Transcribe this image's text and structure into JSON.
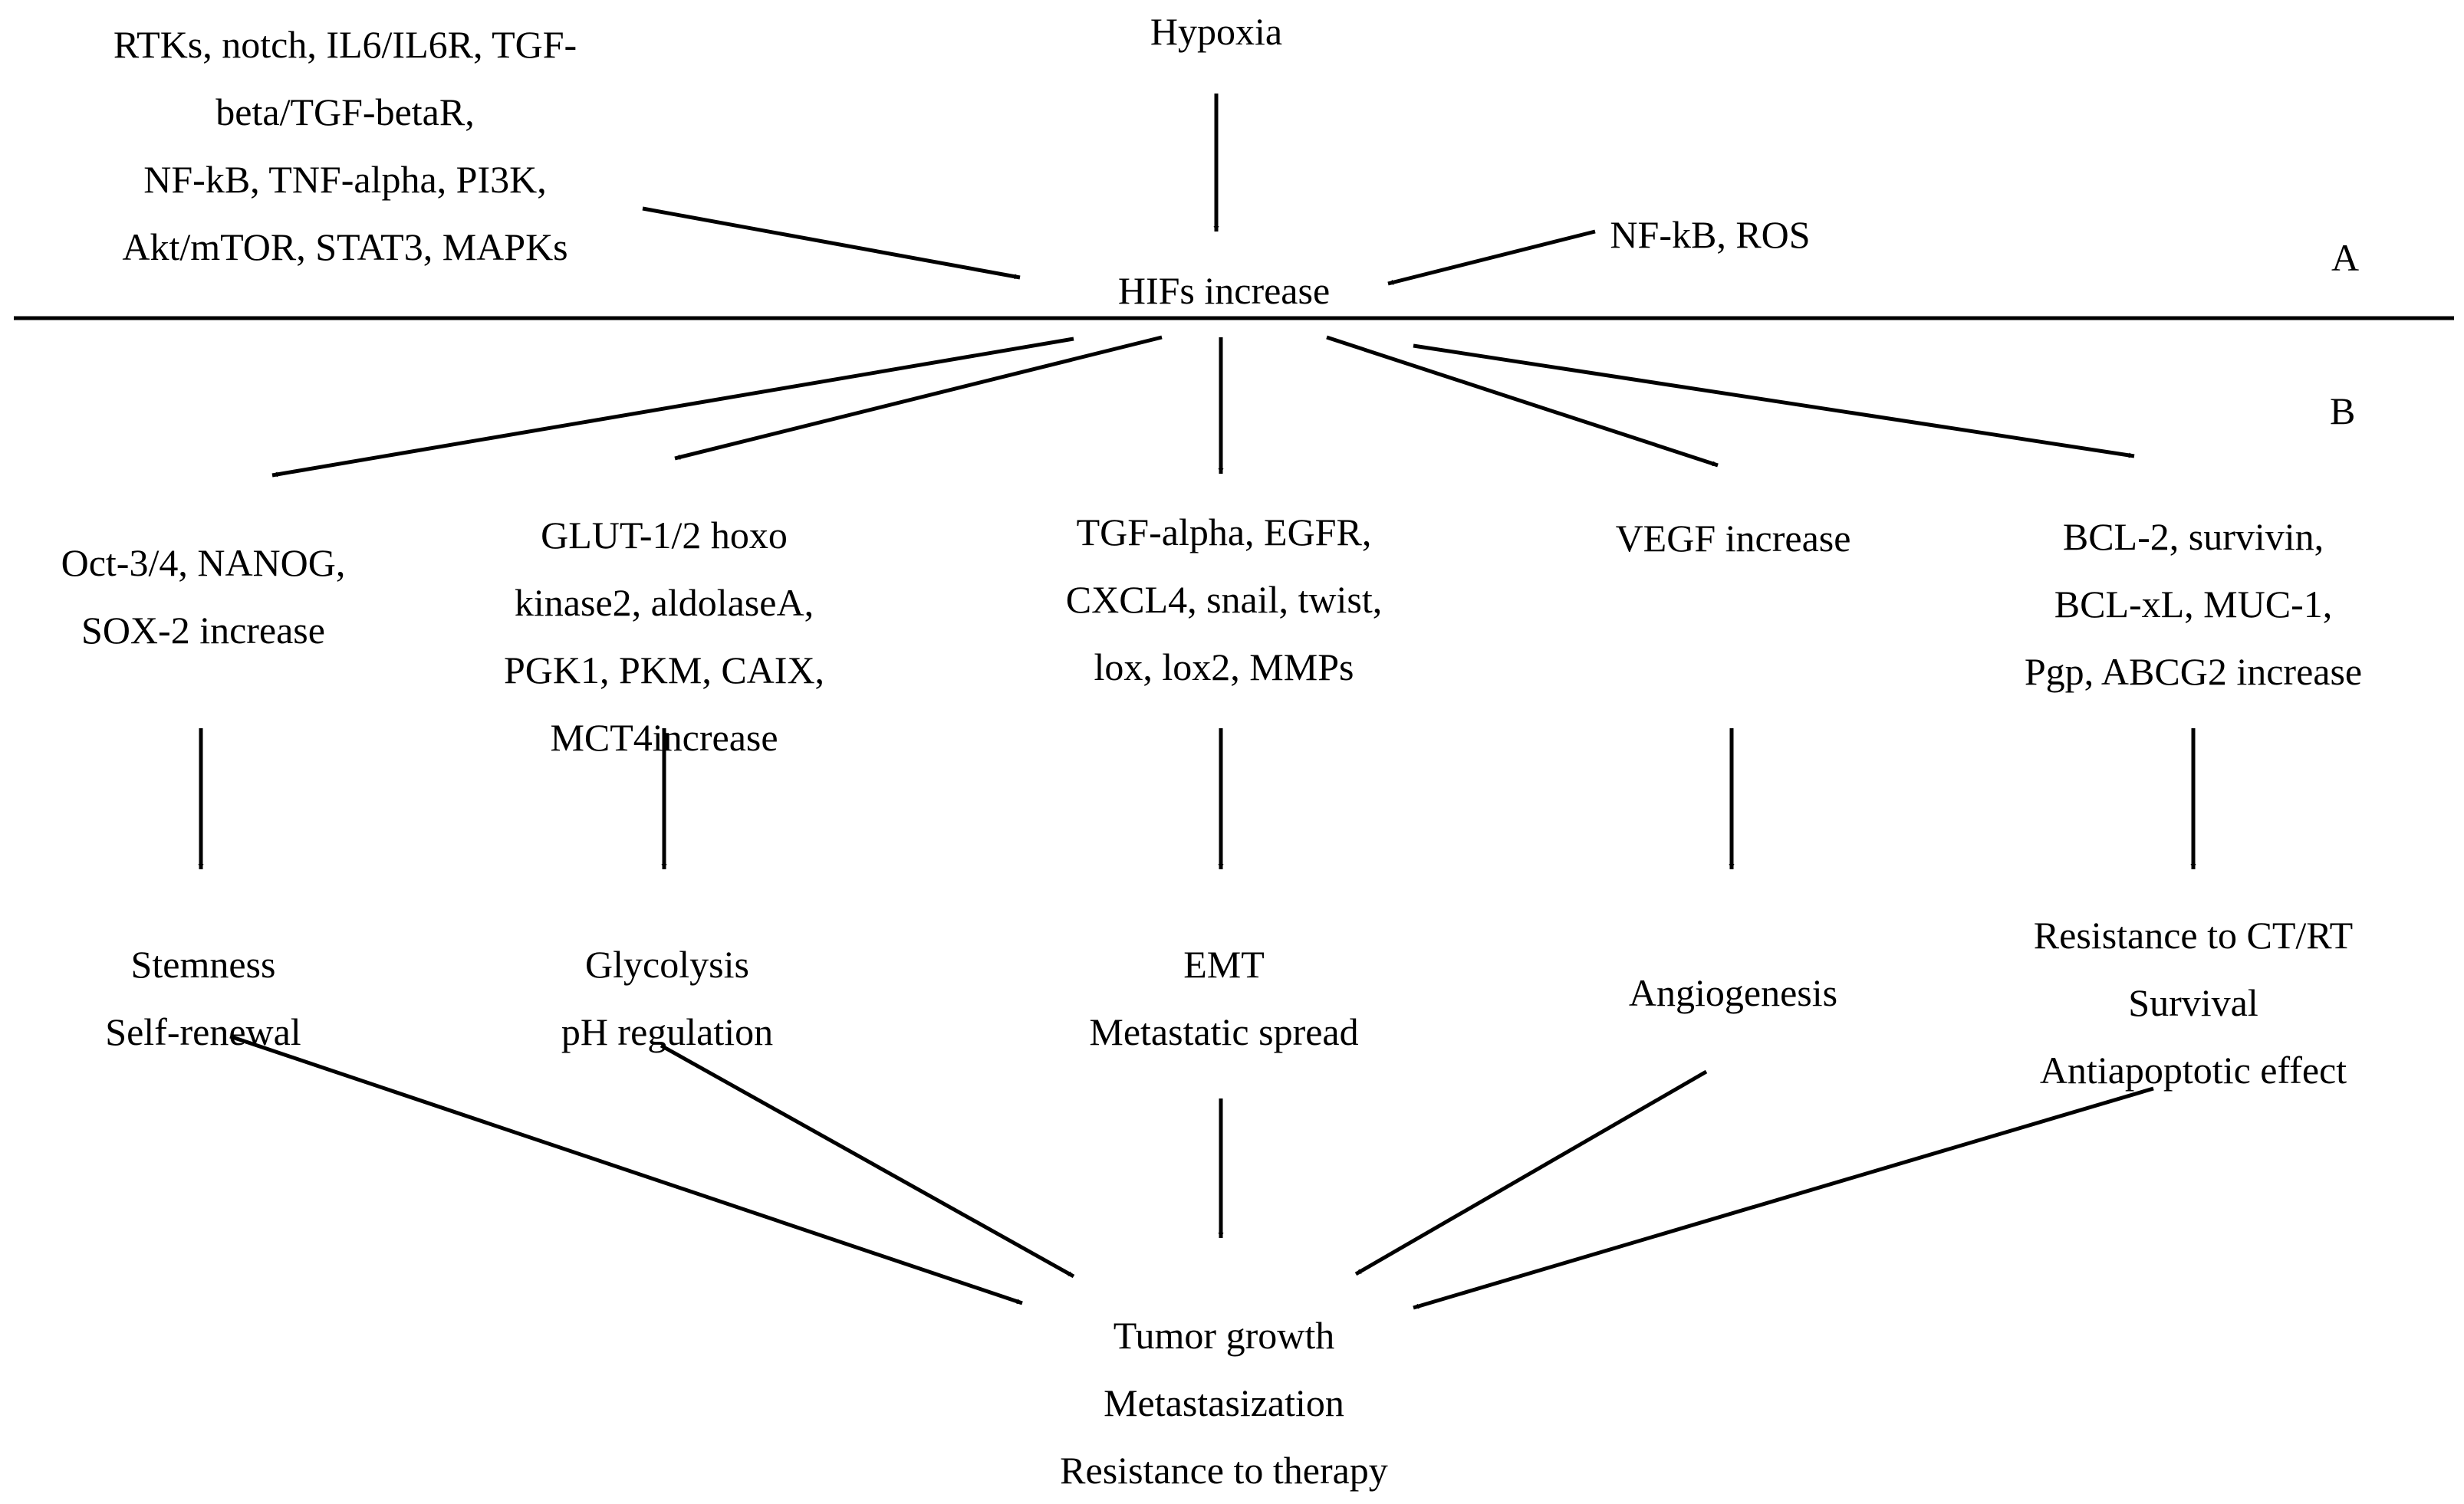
{
  "section_labels": {
    "a": "A",
    "b": "B"
  },
  "nodes": {
    "upstream": [
      "RTKs, notch, IL6/IL6R, TGF-",
      "beta/TGF-betaR,",
      "NF-kB, TNF-alpha, PI3K,",
      "Akt/mTOR, STAT3, MAPKs"
    ],
    "hypoxia": [
      "Hypoxia"
    ],
    "nfkb_ros": [
      "NF-kB, ROS"
    ],
    "hifs": [
      "HIFs increase"
    ],
    "stem_genes": [
      "Oct-3/4, NANOG,",
      "SOX-2 increase"
    ],
    "glyc_genes": [
      "GLUT-1/2 hoxo",
      "kinase2, aldolaseA,",
      "PGK1,  PKM, CAIX,",
      "MCT4increase"
    ],
    "emt_genes": [
      "TGF-alpha, EGFR,",
      "CXCL4, snail, twist,",
      "lox, lox2, MMPs"
    ],
    "vegf": [
      "VEGF increase"
    ],
    "bcl_genes": [
      "BCL-2, survivin,",
      "BCL-xL, MUC-1,",
      "Pgp, ABCG2 increase"
    ],
    "stemness": [
      "Stemness",
      "Self-renewal"
    ],
    "glycolysis": [
      "Glycolysis",
      "pH regulation"
    ],
    "emt": [
      "EMT",
      "Metastatic spread"
    ],
    "angio": [
      "Angiogenesis"
    ],
    "resistance": [
      "Resistance to CT/RT",
      "Survival",
      "Antiapoptotic effect"
    ],
    "outcome": [
      "Tumor growth",
      "Metastasization",
      "Resistance to therapy"
    ]
  }
}
